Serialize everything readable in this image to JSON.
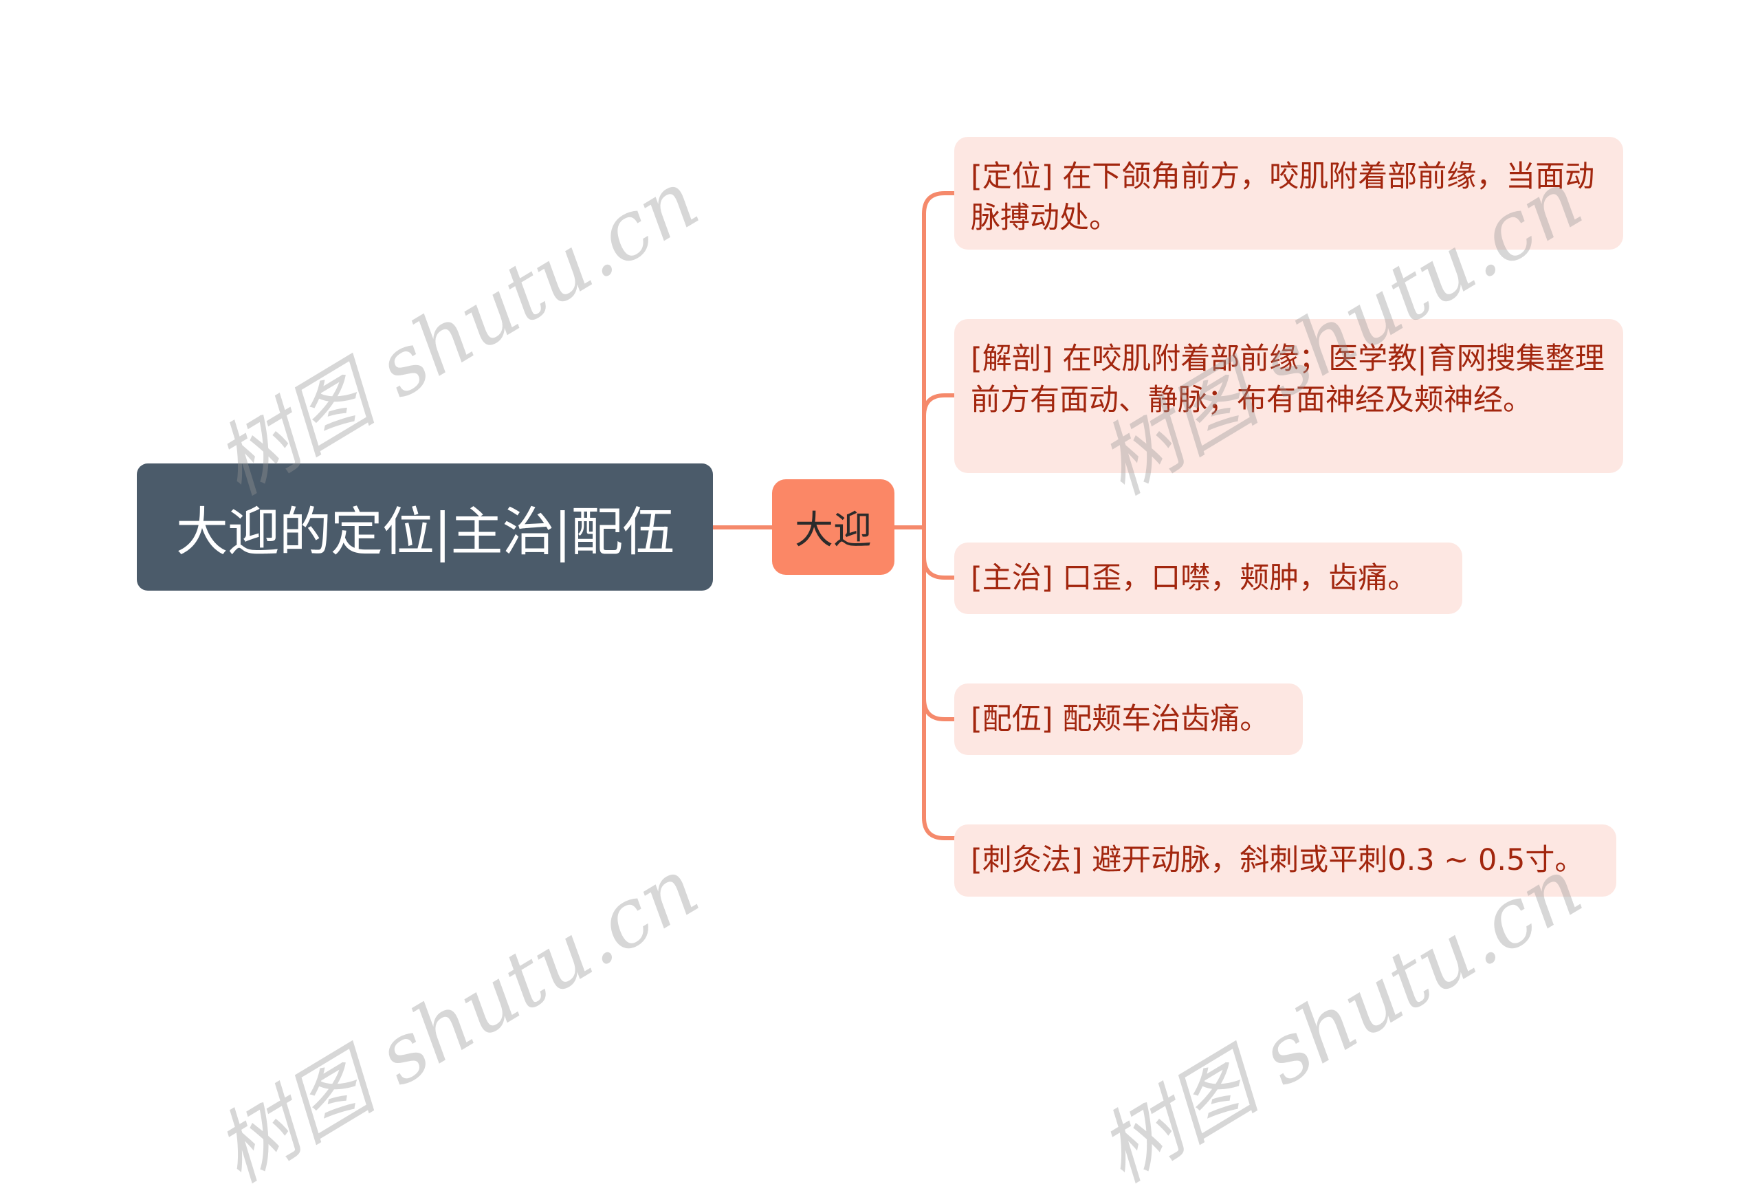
{
  "mindmap": {
    "root": {
      "label": "大迎的定位|主治|配伍",
      "color": "#4b5b6a",
      "text_color": "#ffffff"
    },
    "topic": {
      "label": "大迎",
      "color": "#fb8766",
      "text_color": "#2b2b2b"
    },
    "branch_color": "#f5896b",
    "leaf_style": {
      "background": "#fde7e2",
      "text_color": "#a2260e"
    },
    "leaves": [
      {
        "label": "[定位] 在下颌角前方，咬肌附着部前缘，当面动脉搏动处。"
      },
      {
        "label": "[解剖] 在咬肌附着部前缘；医学教|育网搜集整理前方有面动、静脉；布有面神经及颊神经。"
      },
      {
        "label": "[主治] 口歪，口噤，颊肿，齿痛。"
      },
      {
        "label": "[配伍] 配颊车治齿痛。"
      },
      {
        "label": "[刺灸法] 避开动脉，斜刺或平刺0.3 ~ 0.5寸。"
      }
    ]
  },
  "watermark": {
    "text": "树图 shutu.cn"
  }
}
